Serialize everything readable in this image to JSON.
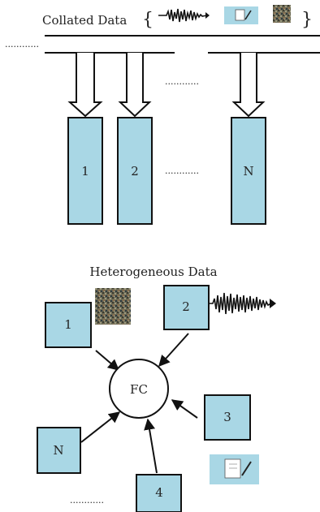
{
  "colors": {
    "box_fill": "#a9d7e5",
    "stroke": "#111111",
    "doc_fill": "#a9d7e5"
  },
  "top": {
    "title": "Collated Data",
    "brace_open": "{",
    "brace_close": "}",
    "ellipsis": "............",
    "column_labels": [
      "1",
      "2",
      "N"
    ],
    "icons": [
      "waveform-icon",
      "document-icon",
      "noise-image-icon"
    ]
  },
  "bottom": {
    "title": "Heterogeneous Data",
    "center_label": "FC",
    "client_labels": [
      "1",
      "2",
      "3",
      "4",
      "N"
    ],
    "ellipsis": "............",
    "icons": [
      "noise-image-icon",
      "waveform-icon",
      "document-icon"
    ]
  }
}
